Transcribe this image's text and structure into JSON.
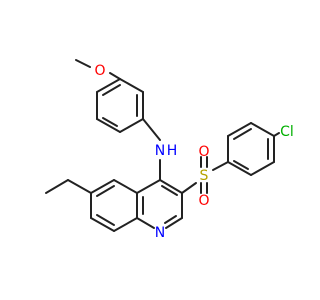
{
  "colors": {
    "bond": "#222222",
    "oxygen": "#ff0000",
    "nitrogen": "#0000ff",
    "chlorine": "#00b000",
    "sulfur": "#b5a300",
    "background": "#ffffff"
  },
  "atom_labels": {
    "methoxy_o": "O",
    "amine_n": "N",
    "amine_h": "H",
    "chlorine": "Cl",
    "sulfur": "S",
    "sulfonyl_o_top": "O",
    "sulfonyl_o_bottom": "O",
    "ring_n": "N"
  }
}
